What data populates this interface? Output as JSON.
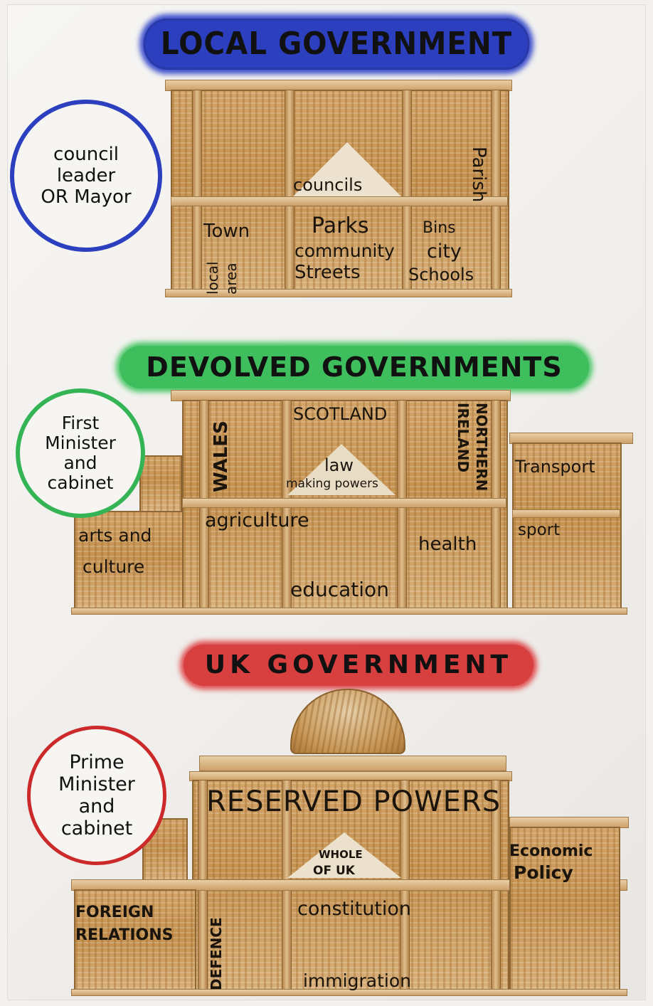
{
  "local": {
    "title": "LOCAL GOVERNMENT",
    "leader": "council\nleader\nOR Mayor",
    "labels": {
      "councils": "councils",
      "parish": "Parish",
      "town": "Town",
      "local_area": "local\narea",
      "parks": "Parks",
      "community": "community",
      "streets": "Streets",
      "bins": "Bins",
      "city": "city",
      "schools": "Schools"
    }
  },
  "devolved": {
    "title": "DEVOLVED GOVERNMENTS",
    "leader": "First\nMinister\nand\ncabinet",
    "labels": {
      "wales": "WALES",
      "scotland": "SCOTLAND",
      "northern_ireland": "NORTHERN\nIRELAND",
      "law": "law",
      "making_powers": "making powers",
      "transport": "Transport",
      "arts": "arts and",
      "culture": "culture",
      "agriculture": "agriculture",
      "health": "health",
      "sport": "sport",
      "education": "education"
    }
  },
  "uk": {
    "title": "UK GOVERNMENT",
    "leader": "Prime\nMinister\nand\ncabinet",
    "labels": {
      "reserved": "RESERVED POWERS",
      "whole": "WHOLE",
      "of_uk": "OF UK",
      "economic": "Economic",
      "policy": "Policy",
      "foreign": "FOREIGN",
      "relations": "RELATIONS",
      "defence": "DEFENCE",
      "constitution": "constitution",
      "immigration": "immigration"
    }
  }
}
